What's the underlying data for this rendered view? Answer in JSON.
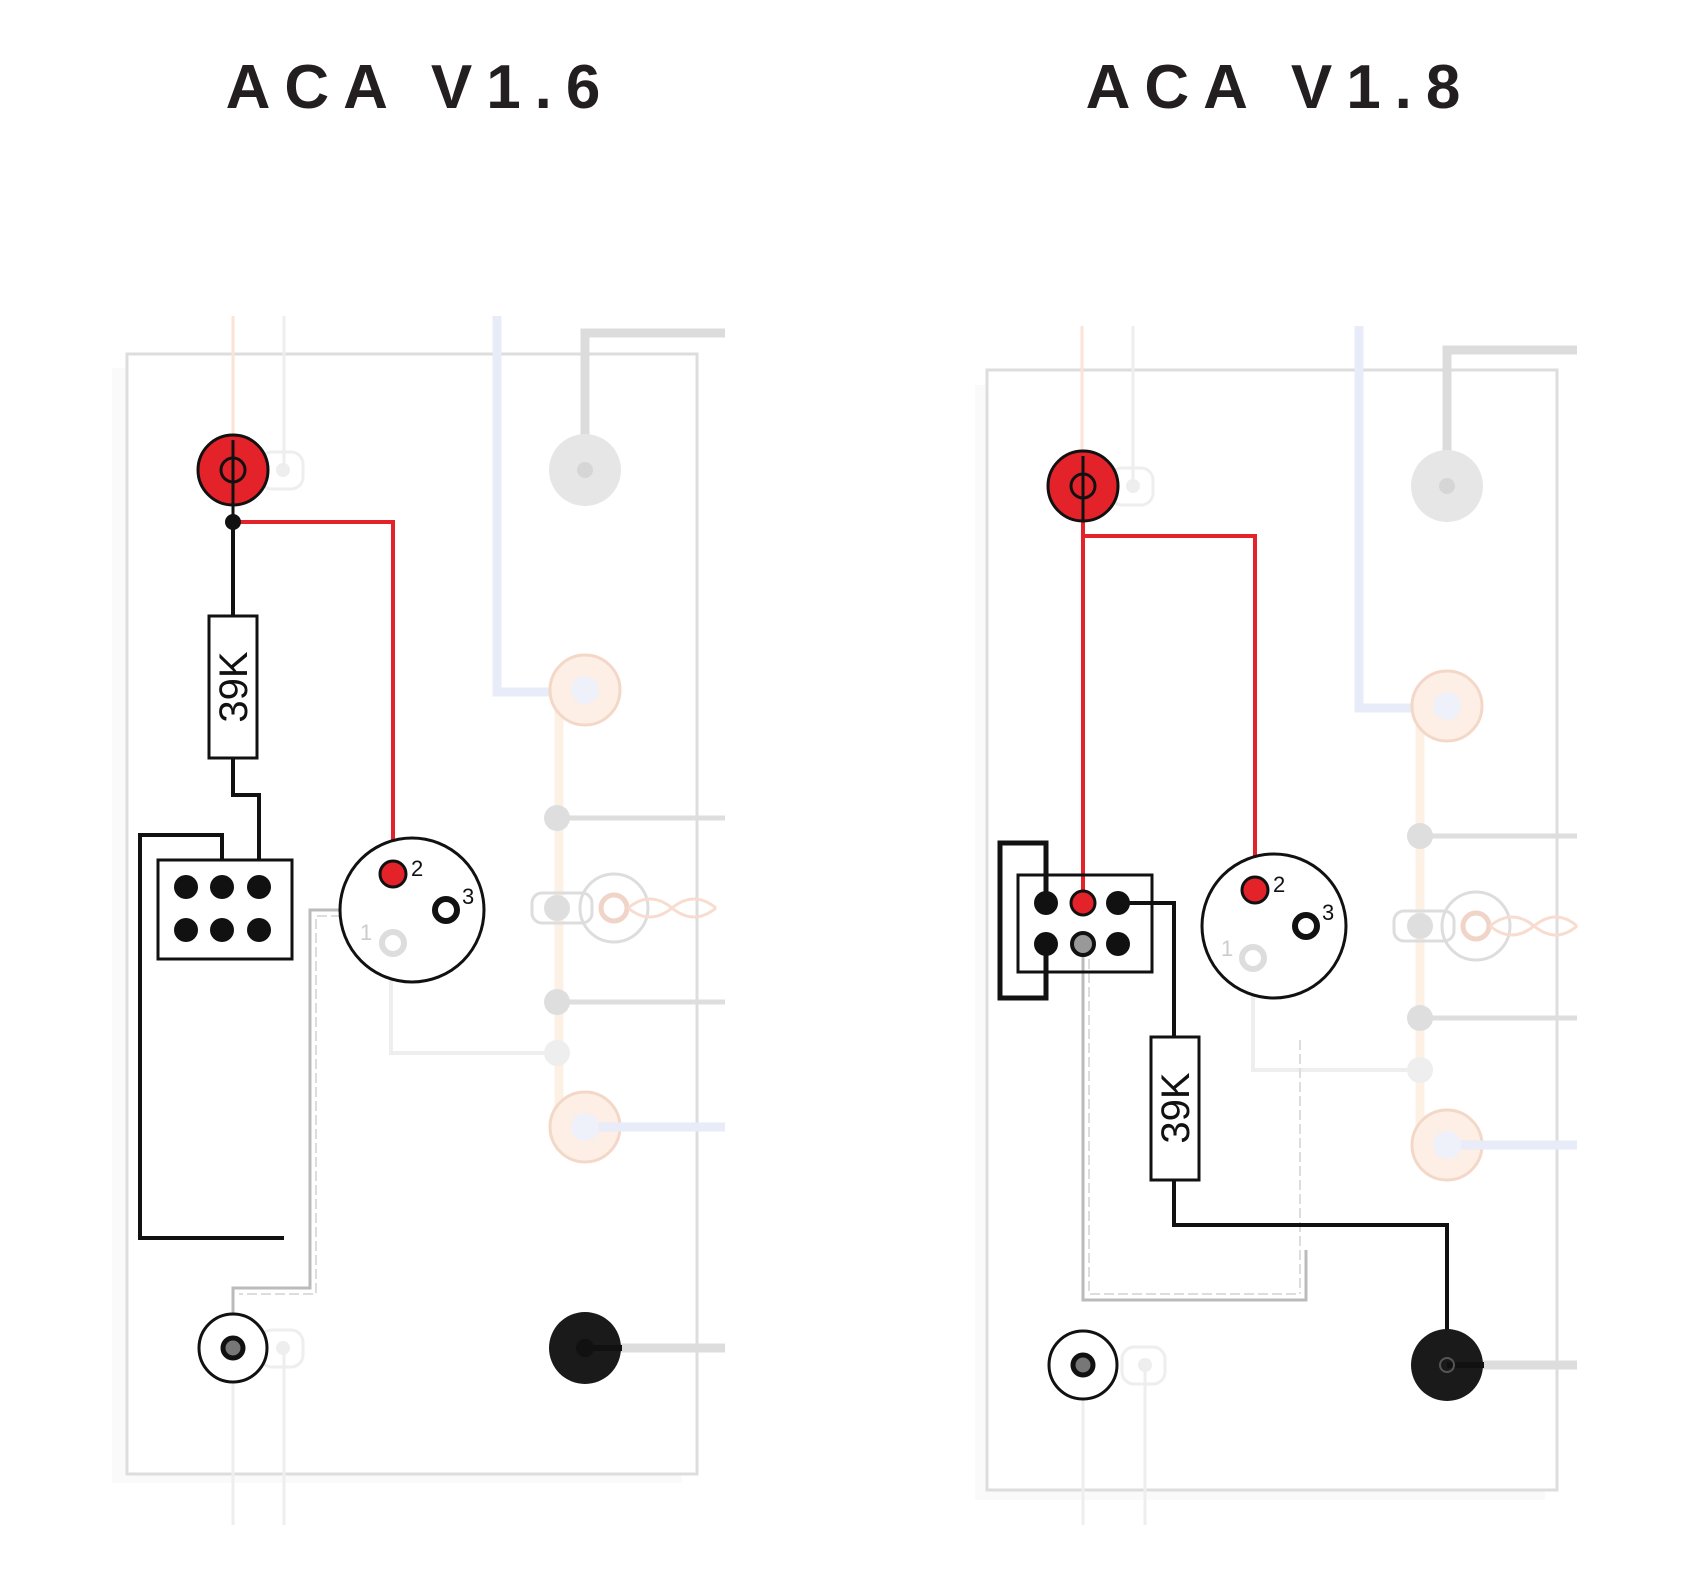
{
  "titles": {
    "left": "ACA V1.6",
    "right": "ACA V1.8"
  },
  "resistor_label": "39K",
  "pin_labels": {
    "pin1": "1",
    "pin2": "2",
    "pin3": "3"
  },
  "colors": {
    "red": "#e32229",
    "black": "#111111",
    "faint_gray": "#dcdcdc",
    "faint_blue": "#e8ebf8",
    "faint_orange": "#fbe3d6"
  }
}
